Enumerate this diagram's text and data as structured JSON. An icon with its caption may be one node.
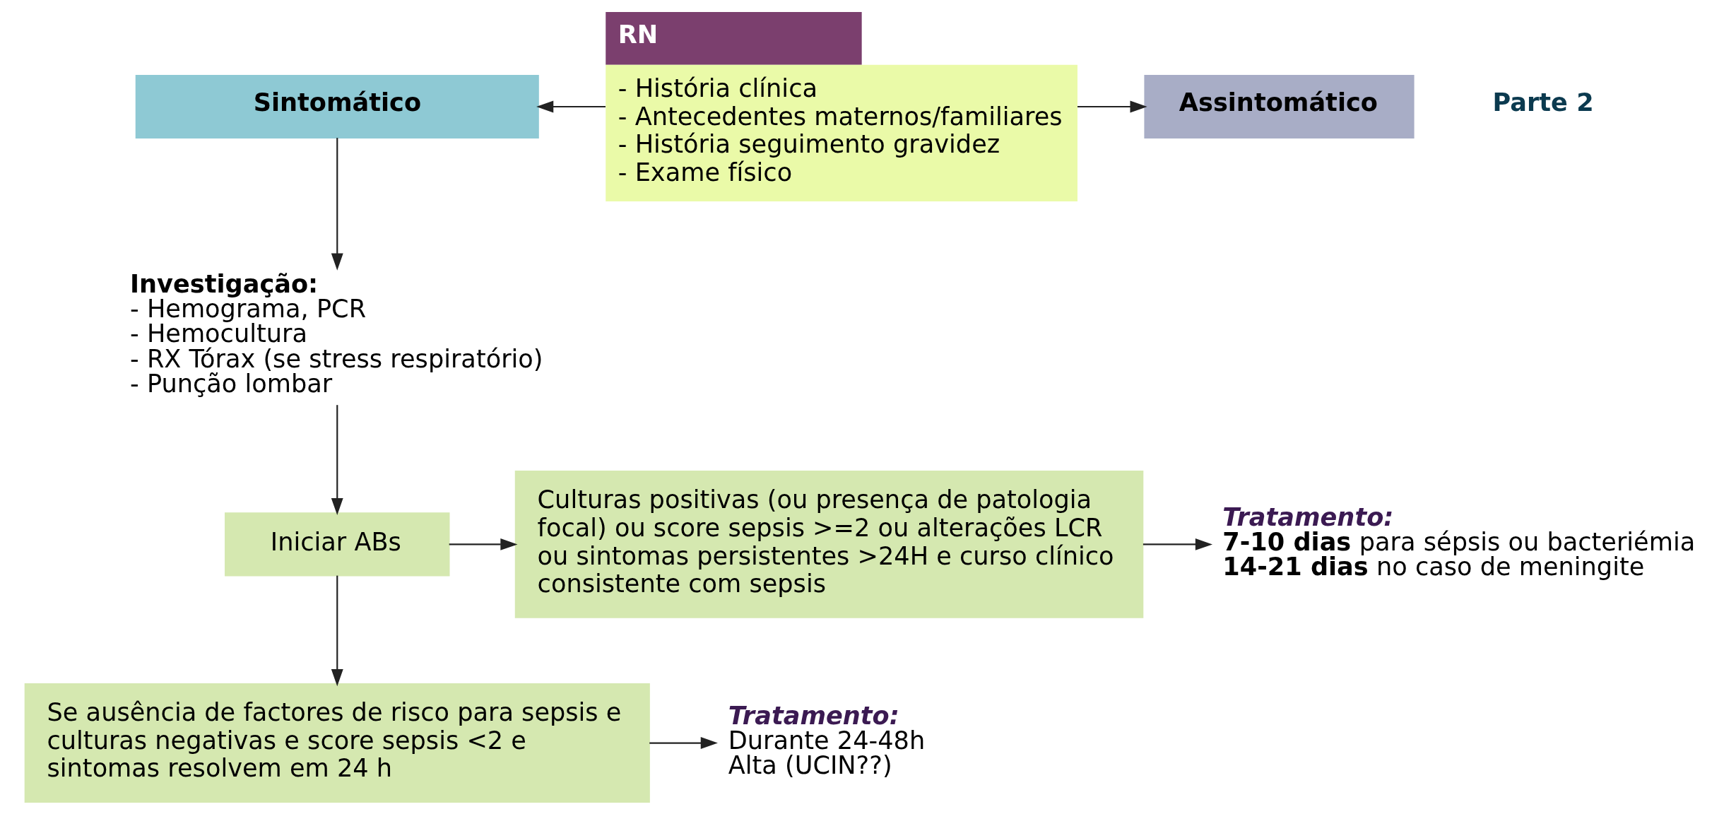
{
  "diagram": {
    "nodes": [
      {
        "text": [
          "RN",
          "- História clínica",
          "- Antecedentes maternos/familiares",
          "- História seguimento gravidez",
          "- Exame físico"
        ]
      },
      {
        "text": [
          "Sintomático"
        ]
      },
      {
        "text": [
          "Assintomático"
        ]
      },
      {
        "text": [
          "Investigação:",
          "- Hemograma, PCR",
          "- Hemocultura",
          "- RX Tórax (se stress respiratório)",
          "- Punção lombar"
        ]
      },
      {
        "text": [
          "Iniciar ABs"
        ]
      },
      {
        "text": [
          "Culturas positivas (ou presença de patologia focal) ou score sepsis >=2 ou alterações LCR ou sintomas persistentes >24H e curso clínico consistente com sepsis"
        ]
      },
      {
        "text": [
          "Se ausência de factores de risco para sepsis e culturas negativas e score sepsis <2 e sintomas resolvem em 24 h"
        ]
      },
      {
        "text": [
          "Tratamento:",
          "**7-10 dias** para sépsis ou bacteriémia",
          "**14-21 dias** no caso de meningite"
        ]
      },
      {
        "text": [
          "Tratamento:",
          "Durante 24-48h",
          "Alta (UCIN??)"
        ]
      }
    ],
    "edges": [
      {
        "from": 0,
        "to": 1,
        "arrow": "to"
      },
      {
        "from": 0,
        "to": 2,
        "arrow": "to"
      },
      {
        "from": 1,
        "to": 3,
        "arrow": "to"
      },
      {
        "from": 3,
        "to": 4,
        "arrow": "to"
      },
      {
        "from": 4,
        "to": 5,
        "arrow": "to"
      },
      {
        "from": 4,
        "to": 6,
        "arrow": "to"
      },
      {
        "from": 5,
        "to": 7,
        "arrow": "to"
      },
      {
        "from": 6,
        "to": 8,
        "arrow": "to"
      }
    ],
    "labels": [
      "Parte 2"
    ]
  }
}
